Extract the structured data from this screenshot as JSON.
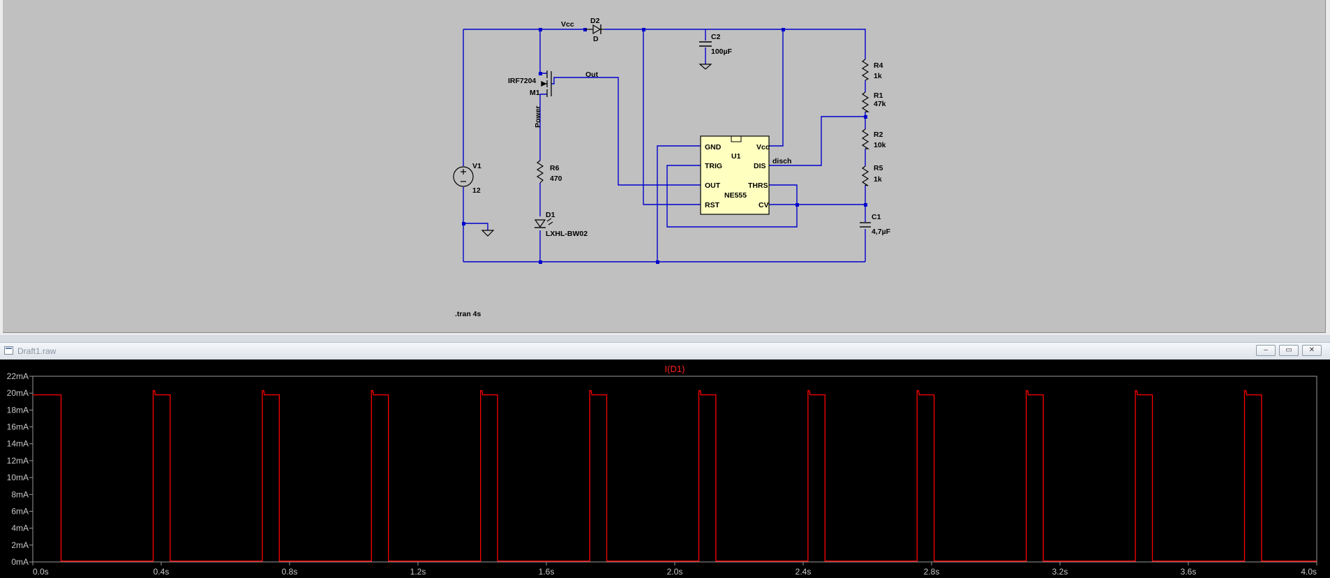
{
  "schematic": {
    "net_labels": {
      "vcc": "Vcc",
      "out": "Out",
      "power": "Power",
      "disch": "disch"
    },
    "components": {
      "d2": {
        "ref": "D2",
        "value": "D"
      },
      "c2": {
        "ref": "C2",
        "value": "100µF"
      },
      "m1": {
        "ref": "M1",
        "value": "IRF7204"
      },
      "r4": {
        "ref": "R4",
        "value": "1k"
      },
      "r1": {
        "ref": "R1",
        "value": "47k"
      },
      "r2": {
        "ref": "R2",
        "value": "10k"
      },
      "r5": {
        "ref": "R5",
        "value": "1k"
      },
      "c1": {
        "ref": "C1",
        "value": "4,7µF"
      },
      "v1": {
        "ref": "V1",
        "value": "12"
      },
      "r6": {
        "ref": "R6",
        "value": "470"
      },
      "d1": {
        "ref": "D1",
        "value": "LXHL-BW02"
      },
      "u1": {
        "ref": "U1",
        "value": "NE555",
        "pins": {
          "gnd": "GND",
          "trig": "TRIG",
          "out": "OUT",
          "rst": "RST",
          "vcc": "Vcc",
          "dis": "DIS",
          "thrs": "THRS",
          "cv": "CV"
        }
      }
    },
    "directive": ".tran 4s",
    "colors": {
      "wire": "#0000cc",
      "ic_fill": "#ffffc0",
      "background": "#c0c0c0"
    }
  },
  "waveform_window": {
    "title": "Draft1.raw",
    "buttons": {
      "minimize": "–",
      "restore": "▭",
      "close": "✕"
    }
  },
  "chart_data": {
    "type": "line",
    "title": "I(D1)",
    "xlabel": "",
    "ylabel": "",
    "xlim": [
      0,
      4.0
    ],
    "ylim": [
      0,
      22
    ],
    "x_ticks": [
      "0.0s",
      "0.4s",
      "0.8s",
      "1.2s",
      "1.6s",
      "2.0s",
      "2.4s",
      "2.8s",
      "3.2s",
      "3.6s",
      "4.0s"
    ],
    "y_ticks": [
      "0mA",
      "2mA",
      "4mA",
      "6mA",
      "8mA",
      "10mA",
      "12mA",
      "14mA",
      "16mA",
      "18mA",
      "20mA",
      "22mA"
    ],
    "grid": false,
    "series": [
      {
        "name": "I(D1)",
        "color": "#ff0000",
        "unit": "mA",
        "high_value": 19.8,
        "low_value": 0.1,
        "peak_value": 20.3,
        "period_s": 0.34,
        "pulse_width_s": 0.053,
        "first_edge_s": 0.088
      }
    ]
  }
}
